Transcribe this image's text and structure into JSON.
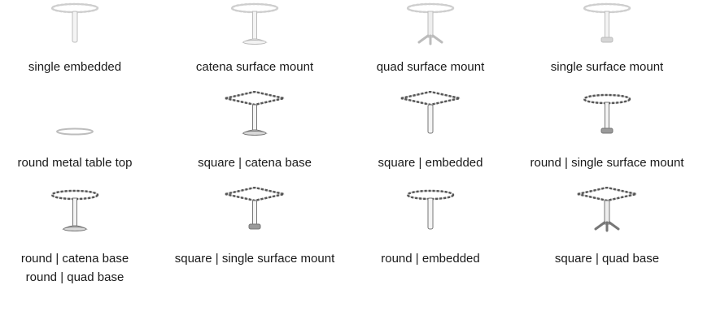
{
  "products": [
    {
      "label": "single embedded",
      "top": "round",
      "base": "embedded",
      "faint": true
    },
    {
      "label": "catena surface mount",
      "top": "round",
      "base": "catena",
      "faint": true
    },
    {
      "label": "quad surface mount",
      "top": "round",
      "base": "quad",
      "faint": true
    },
    {
      "label": "single surface mount",
      "top": "round",
      "base": "single",
      "faint": true
    },
    {
      "label": "round metal table top",
      "top": "flat",
      "base": "none",
      "faint": false
    },
    {
      "label": "square | catena base",
      "top": "square",
      "base": "catena",
      "faint": false
    },
    {
      "label": "square | embedded",
      "top": "square",
      "base": "embedded",
      "faint": false
    },
    {
      "label": "round | single surface mount",
      "top": "round",
      "base": "single",
      "faint": false
    },
    {
      "label": "round | catena base",
      "top": "round",
      "base": "catena",
      "faint": false
    },
    {
      "label": "square | single surface mount",
      "top": "square",
      "base": "single",
      "faint": false
    },
    {
      "label": "round | embedded",
      "top": "round",
      "base": "embedded",
      "faint": false
    },
    {
      "label": "square | quad base",
      "top": "square",
      "base": "quad",
      "faint": false
    },
    {
      "label": "round | quad base",
      "top": "round",
      "base": "quad",
      "faint": false
    }
  ]
}
